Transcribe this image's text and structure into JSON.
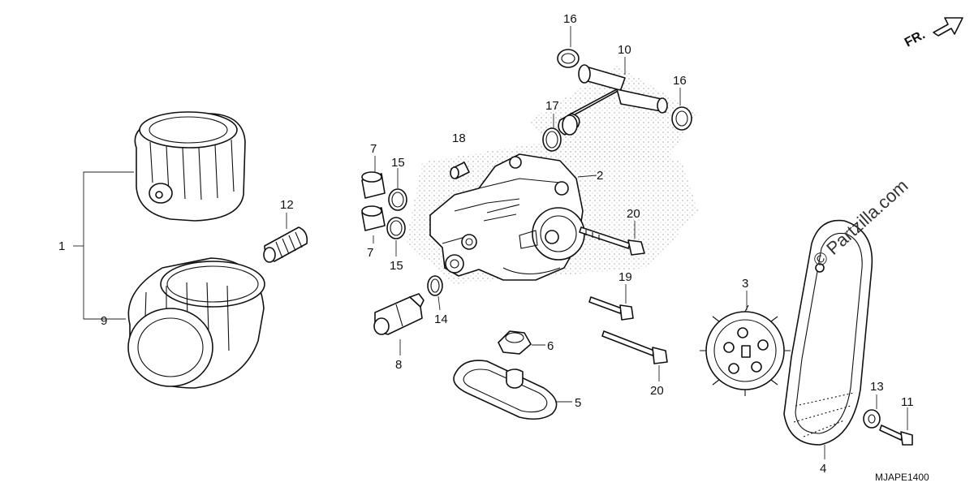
{
  "diagram": {
    "direction_label": "FR.",
    "watermark": "© Partzilla.com",
    "drawing_code": "MJAPE1400",
    "callouts": [
      "1",
      "9",
      "12",
      "7",
      "15",
      "7",
      "15",
      "18",
      "2",
      "14",
      "8",
      "6",
      "5",
      "17",
      "10",
      "16",
      "16",
      "20",
      "19",
      "20",
      "3",
      "4",
      "13",
      "11"
    ]
  }
}
